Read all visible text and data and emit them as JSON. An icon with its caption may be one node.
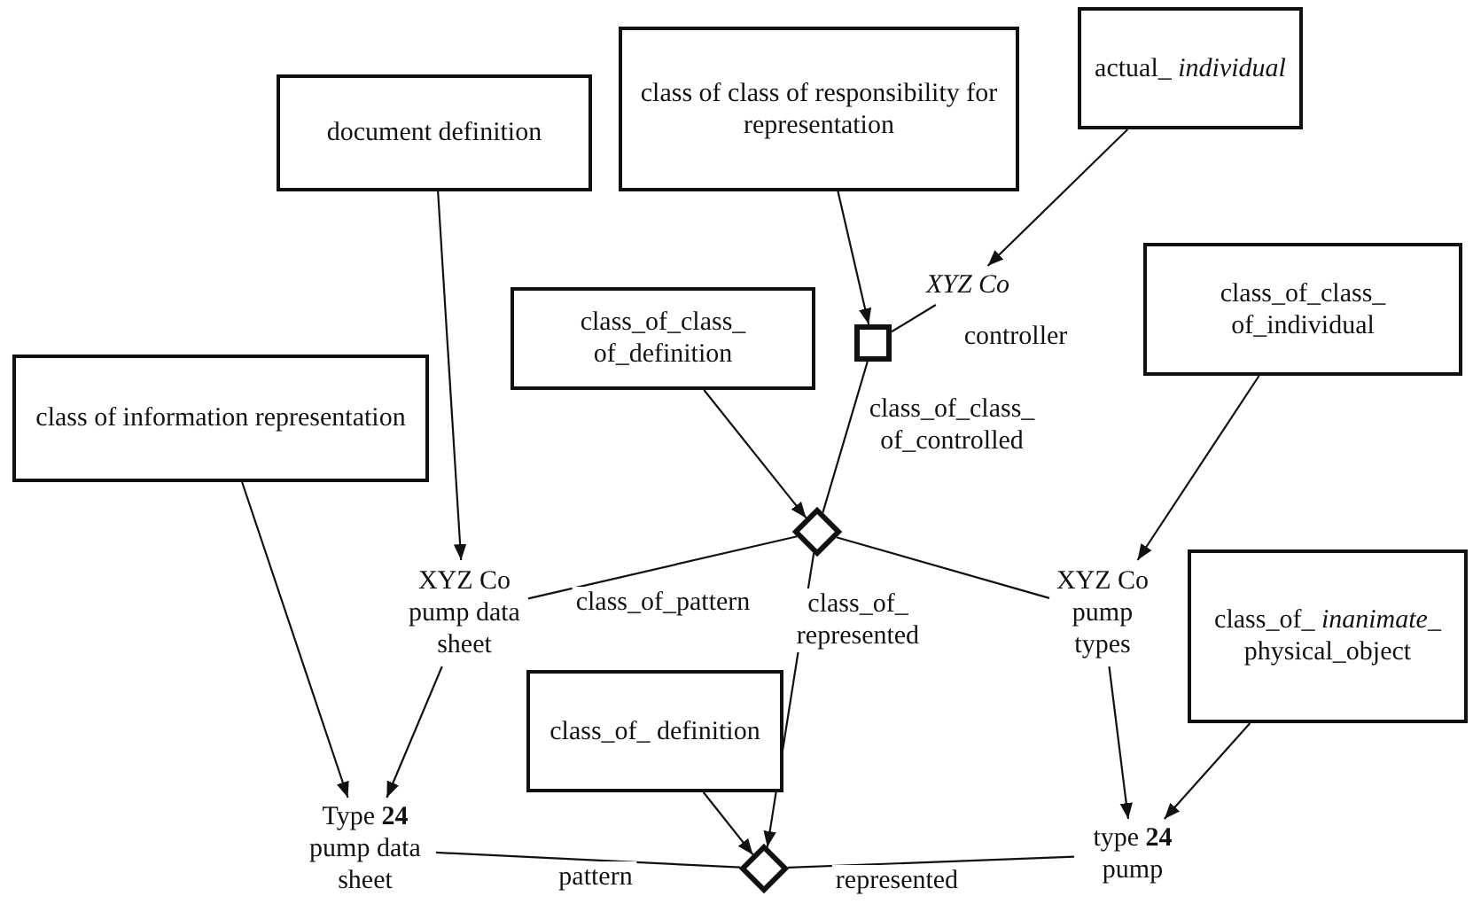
{
  "diagram": {
    "nodes": [
      {
        "text": [
          "document definition"
        ]
      },
      {
        "text": [
          "class of class of responsibility for representation"
        ]
      },
      {
        "text": [
          "actual_ *individual*"
        ]
      },
      {
        "text": [
          "class_of_class_ of_definition"
        ]
      },
      {
        "text": [
          "class_of_class_ of_individual"
        ]
      },
      {
        "text": [
          "class of information representation"
        ]
      },
      {
        "text": [
          "XYZ Co"
        ]
      },
      {
        "text": [],
        "shape": "box"
      },
      {
        "text": [],
        "shape": "diamond"
      },
      {
        "text": [
          "XYZ Co pump data sheet"
        ]
      },
      {
        "text": [
          "XYZ Co pump types"
        ]
      },
      {
        "text": [
          "class_of_ *inanimate_* physical_object"
        ]
      },
      {
        "text": [
          "class_of_ definition"
        ]
      },
      {
        "text": [
          "Type **24** pump data sheet"
        ]
      },
      {
        "text": [],
        "shape": "diamond"
      },
      {
        "text": [
          "type **24** pump"
        ]
      }
    ],
    "edges": [
      {
        "from": 1,
        "to": 7,
        "arrow": "to"
      },
      {
        "from": 2,
        "to": 6,
        "arrow": "to"
      },
      {
        "from": 7,
        "to": 6,
        "arrow": "none",
        "label": "controller"
      },
      {
        "from": 7,
        "to": 8,
        "arrow": "none",
        "label": "class_of_class_ of_controlled"
      },
      {
        "from": 3,
        "to": 8,
        "arrow": "to"
      },
      {
        "from": 9,
        "to": 8,
        "arrow": "none",
        "label": "class_of_pattern"
      },
      {
        "from": 8,
        "to": 10,
        "arrow": "none",
        "label": "class_of_ represented"
      },
      {
        "from": 0,
        "to": 9,
        "arrow": "to"
      },
      {
        "from": 4,
        "to": 10,
        "arrow": "to"
      },
      {
        "from": 5,
        "to": 13,
        "arrow": "to"
      },
      {
        "from": 9,
        "to": 13,
        "arrow": "to"
      },
      {
        "from": 8,
        "to": 14,
        "arrow": "to"
      },
      {
        "from": 12,
        "to": 14,
        "arrow": "to"
      },
      {
        "from": 13,
        "to": 14,
        "arrow": "none",
        "label": "pattern"
      },
      {
        "from": 14,
        "to": 15,
        "arrow": "none",
        "label": "represented"
      },
      {
        "from": 10,
        "to": 15,
        "arrow": "to"
      },
      {
        "from": 11,
        "to": 15,
        "arrow": "to"
      }
    ]
  }
}
